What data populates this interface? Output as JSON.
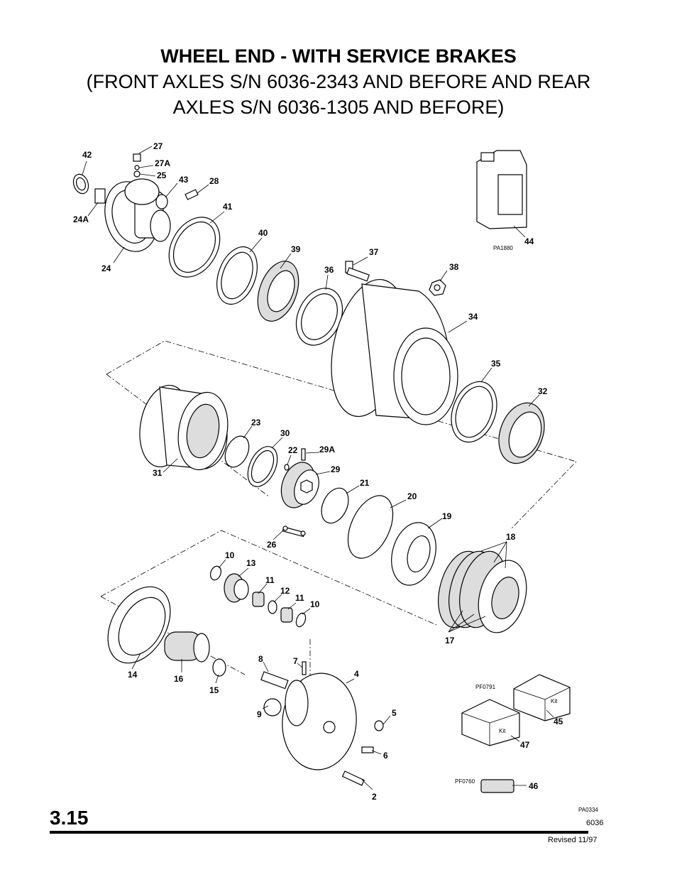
{
  "title": {
    "line1": "WHEEL END - WITH SERVICE BRAKES",
    "line2": "(FRONT AXLES S/N 6036-2343 AND BEFORE AND REAR",
    "line3": "AXLES S/N 6036-1305 AND BEFORE)"
  },
  "callouts": [
    "42",
    "27",
    "27A",
    "25",
    "43",
    "28",
    "24A",
    "41",
    "24",
    "40",
    "39",
    "37",
    "36",
    "38",
    "44",
    "34",
    "35",
    "32",
    "23",
    "30",
    "22",
    "29A",
    "29",
    "31",
    "21",
    "20",
    "19",
    "18",
    "26",
    "10",
    "13",
    "11",
    "12",
    "11",
    "10",
    "17",
    "14",
    "16",
    "15",
    "8",
    "7",
    "4",
    "5",
    "9",
    "6",
    "2",
    "45",
    "47",
    "46"
  ],
  "figure_codes": {
    "fluid": "PA1880",
    "kit_box": "PF0791",
    "seal_pack": "PF0760",
    "figure": "PA0334"
  },
  "kit_label": "Kit",
  "footer": {
    "page_number": "3.15",
    "model": "6036",
    "revised": "Revised 11/97"
  }
}
